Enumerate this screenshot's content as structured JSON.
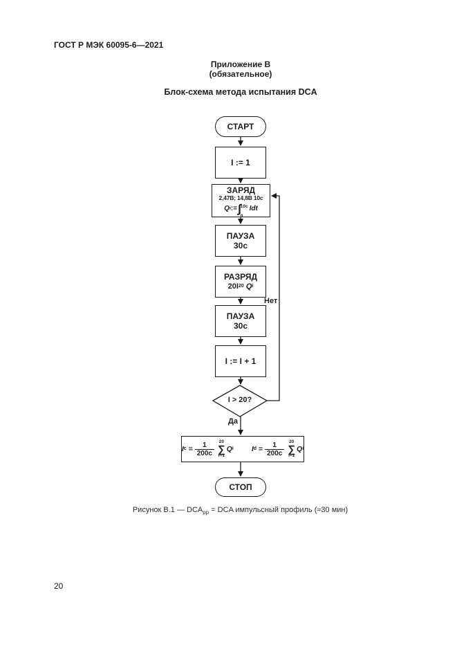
{
  "doc": {
    "header": "ГОСТ Р МЭК 60095-6—2021",
    "annex": {
      "line1": "Приложение В",
      "line2": "(обязательное)"
    },
    "title": "Блок-схема метода испытания DCA",
    "page_number": "20",
    "caption": {
      "prefix": "Рисунок В.1 — DCA",
      "sub": "pp",
      "suffix": " = DCA импульсный профиль (≈30 мин)"
    }
  },
  "flowchart": {
    "start_label": "СТАРТ",
    "stop_label": "СТОП",
    "init_label": "I := 1",
    "increment_label": "I := I + 1",
    "decision_label": "I > 20?",
    "branch_yes": "Да",
    "branch_no": "Нет",
    "charge": {
      "title": "ЗАРЯД",
      "params": "2,47В; 14,8В 10с",
      "formula": {
        "q": "Q",
        "q_sub": "i",
        "assign": " := ",
        "integral": "∫",
        "upper": "10с",
        "lower": "0",
        "integrand": "Idt"
      }
    },
    "pause1": {
      "title": "ПАУЗА",
      "duration": "30с"
    },
    "discharge": {
      "title": "РАЗРЯД",
      "current": "20I",
      "current_sub": "20",
      "quantity": "Q",
      "quantity_sub": "i"
    },
    "pause2": {
      "title": "ПАУЗА",
      "duration": "30с"
    },
    "result": {
      "f1": {
        "lhs": "I",
        "lhs_sub": "c",
        "eq": "=",
        "num": "1",
        "den": "200с",
        "sigma": "∑",
        "sum_upper": "20",
        "sum_lower": "i=1",
        "term": "Q",
        "term_sub": "i"
      },
      "f2": {
        "lhs": "I",
        "lhs_sub": "d",
        "eq": "=",
        "num": "1",
        "den": "200с",
        "sigma": "∑",
        "sum_upper": "20",
        "sum_lower": "i=1",
        "term": "Q",
        "term_sub": "i"
      }
    }
  },
  "colors": {
    "ink": "#1a1a1a",
    "paper": "#ffffff"
  }
}
